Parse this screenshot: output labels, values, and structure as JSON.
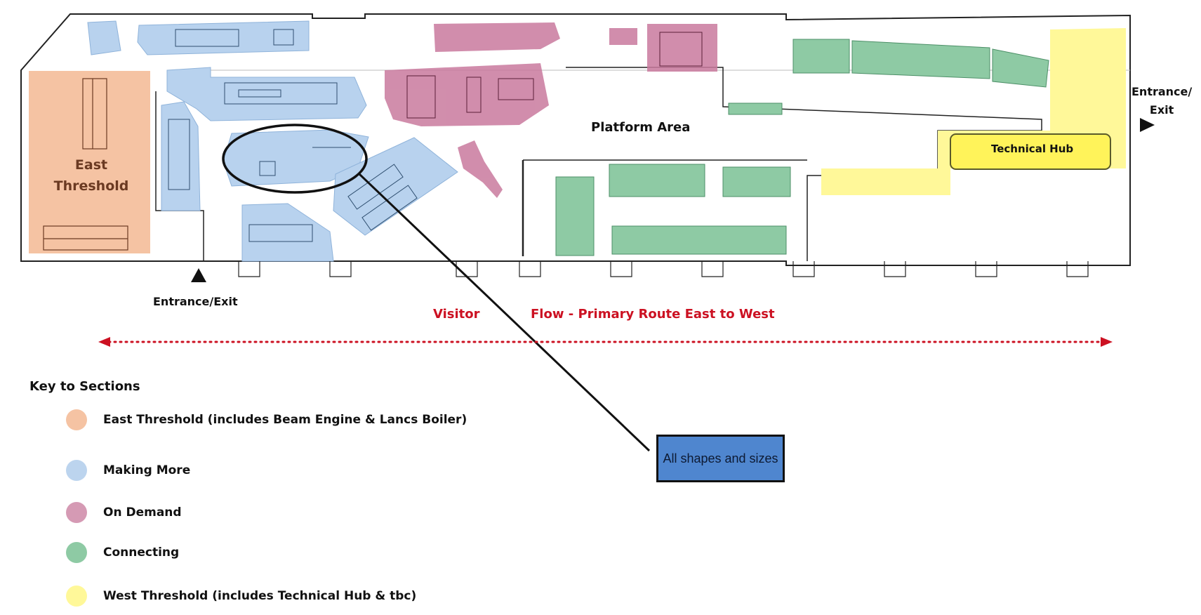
{
  "labels": {
    "east_threshold_line1": "East",
    "east_threshold_line2": "Threshold",
    "platform_area": "Platform Area",
    "technical_hub": "Technical Hub",
    "entrance_left": "Entrance/Exit",
    "entrance_right_line1": "Entrance/",
    "entrance_right_line2": "Exit",
    "flow_visitor": "Visitor",
    "flow_route": "Flow - Primary Route East to West",
    "callout": "All shapes and sizes"
  },
  "key": {
    "title": "Key to Sections",
    "items": [
      {
        "label": "East Threshold (includes Beam Engine & Lancs Boiler)",
        "color": "#f5c3a3"
      },
      {
        "label": "Making More",
        "color": "#bcd4ee"
      },
      {
        "label": "On Demand",
        "color": "#d59ab4"
      },
      {
        "label": "Connecting",
        "color": "#8ecaa4"
      },
      {
        "label": "West Threshold (includes Technical Hub & tbc)",
        "color": "#fff899"
      }
    ]
  },
  "colors": {
    "east": "#f5c3a3",
    "making_more": "#b8d2ee",
    "on_demand": "#c97a9e",
    "connecting": "#8ecaa4",
    "west": "#fff899",
    "route": "#cc1122",
    "callout_fill": "#4f86cf"
  }
}
